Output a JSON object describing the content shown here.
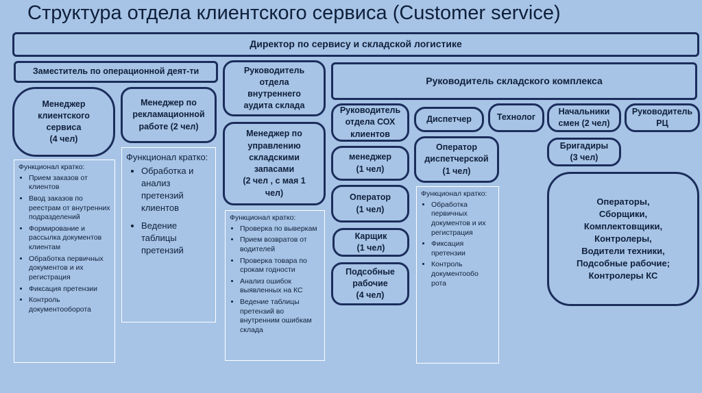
{
  "title": "Структура отдела клиентского сервиса (Customer service)",
  "boxes": {
    "director": "Директор по сервису и складской логистике",
    "deputy": "Заместитель по операционной деят-ти",
    "internal_audit_head": "Руководитель\nотдела\nвнутреннего\nаудита склада",
    "warehouse_head": "Руководитель складского комплекса",
    "client_service_manager": "Менеджер\nклиентского\nсервиса\n(4 чел)",
    "claims_manager": "Менеджер по\nрекламационной\nработе (2 чел)",
    "inventory_manager": "Менеджер по\nуправлению\nскладскими\nзапасами\n(2 чел , с мая 1\nчел)",
    "sox_head": "Руководитель\nотдела СОХ\nклиентов",
    "dispatcher": "Диспетчер",
    "technologist": "Технолог",
    "shift_heads": "Начальники\nсмен (2 чел)",
    "dc_head": "Руководитель\nРЦ",
    "manager": "менеджер\n(1 чел)",
    "dispatch_operator": "Оператор\nдиспетчерской\n(1 чел)",
    "foremen": "Бригадиры\n(3 чел)",
    "operator": "Оператор\n(1 чел)",
    "stacker": "Карщик\n(1 чел)",
    "helpers": "Подсобные\nрабочие\n(4 чел)",
    "staff": "Операторы,\nСборщики,\nКомплектовщики,\nКонтролеры,\nВодители техники,\nПодсобные рабочие;\nКонтролеры КС"
  },
  "notes": {
    "client_service": {
      "title": "Функционал кратко:",
      "items": [
        "Прием заказов от клиентов",
        "Ввод заказов по реестрам от внутренних подразделений",
        "Формирование и рассылка документов клиентам",
        "Обработка первичных документов и их регистрация",
        "Фиксация претензии",
        "Контроль документооборота"
      ]
    },
    "claims": {
      "title": "Функционал кратко:",
      "items": [
        "Обработка и анализ претензий клиентов",
        "Ведение таблицы претензий"
      ]
    },
    "inventory": {
      "title": "Функционал кратко:",
      "items": [
        "Проверка по выверкам",
        "Прием возвратов от водителей",
        "Проверка товара по срокам годности",
        "Анализ ошибок выявленных на КС",
        "Ведение таблицы претензий во внутренним ошибкам склада"
      ]
    },
    "dispatch": {
      "title": "Функционал кратко:",
      "items": [
        "Обработка первичных документов и их регистрация",
        "Фиксация претензии",
        "Контроль документообо рота"
      ]
    }
  }
}
